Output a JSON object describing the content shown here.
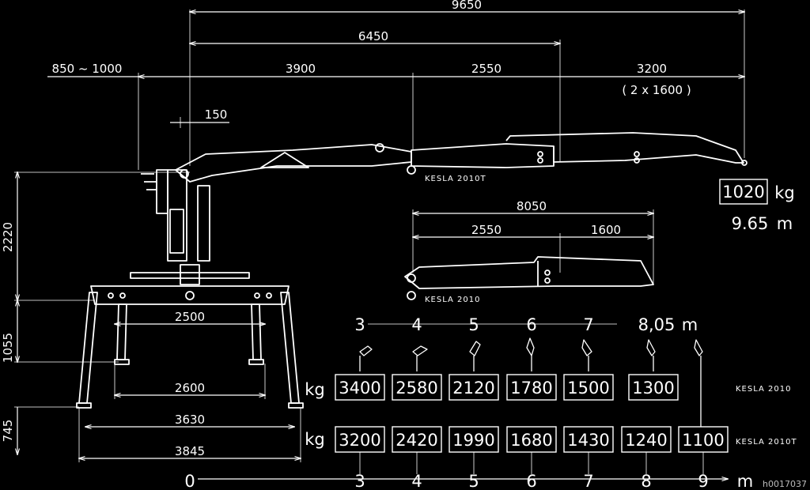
{
  "dimensions": {
    "total_reach": "9650",
    "mid_reach": "6450",
    "base_offset": "850 ~ 1000",
    "boom1": "3900",
    "boom2": "2550",
    "ext": "3200",
    "ext_detail": "( 2 x 1600 )",
    "offset150": "150",
    "height_top": "2220",
    "height_mid": "1055",
    "height_low": "745",
    "leg2500": "2500",
    "leg2600": "2600",
    "leg3630": "3630",
    "leg3845": "3845",
    "small_total": "8050",
    "small_boom2": "2550",
    "small_ext": "1600"
  },
  "tip_load": {
    "kg": "1020",
    "kg_unit": "kg",
    "reach": "9.65",
    "reach_unit": "m"
  },
  "models": {
    "top": "KESLA 2010T",
    "small": "KESLA 2010"
  },
  "load_chart": {
    "top_reach": [
      "3",
      "4",
      "5",
      "6",
      "7",
      "8,05"
    ],
    "top_unit": "m",
    "row1_label": "kg",
    "row1_model": "KESLA 2010",
    "row1_values": [
      "3400",
      "2580",
      "2120",
      "1780",
      "1500",
      "1300"
    ],
    "row2_label": "kg",
    "row2_model": "KESLA 2010T",
    "row2_values": [
      "3200",
      "2420",
      "1990",
      "1680",
      "1430",
      "1240",
      "1100"
    ],
    "bottom_axis": [
      "0",
      "3",
      "4",
      "5",
      "6",
      "7",
      "8",
      "9"
    ],
    "bottom_unit": "m"
  },
  "image_code": "h0017037"
}
